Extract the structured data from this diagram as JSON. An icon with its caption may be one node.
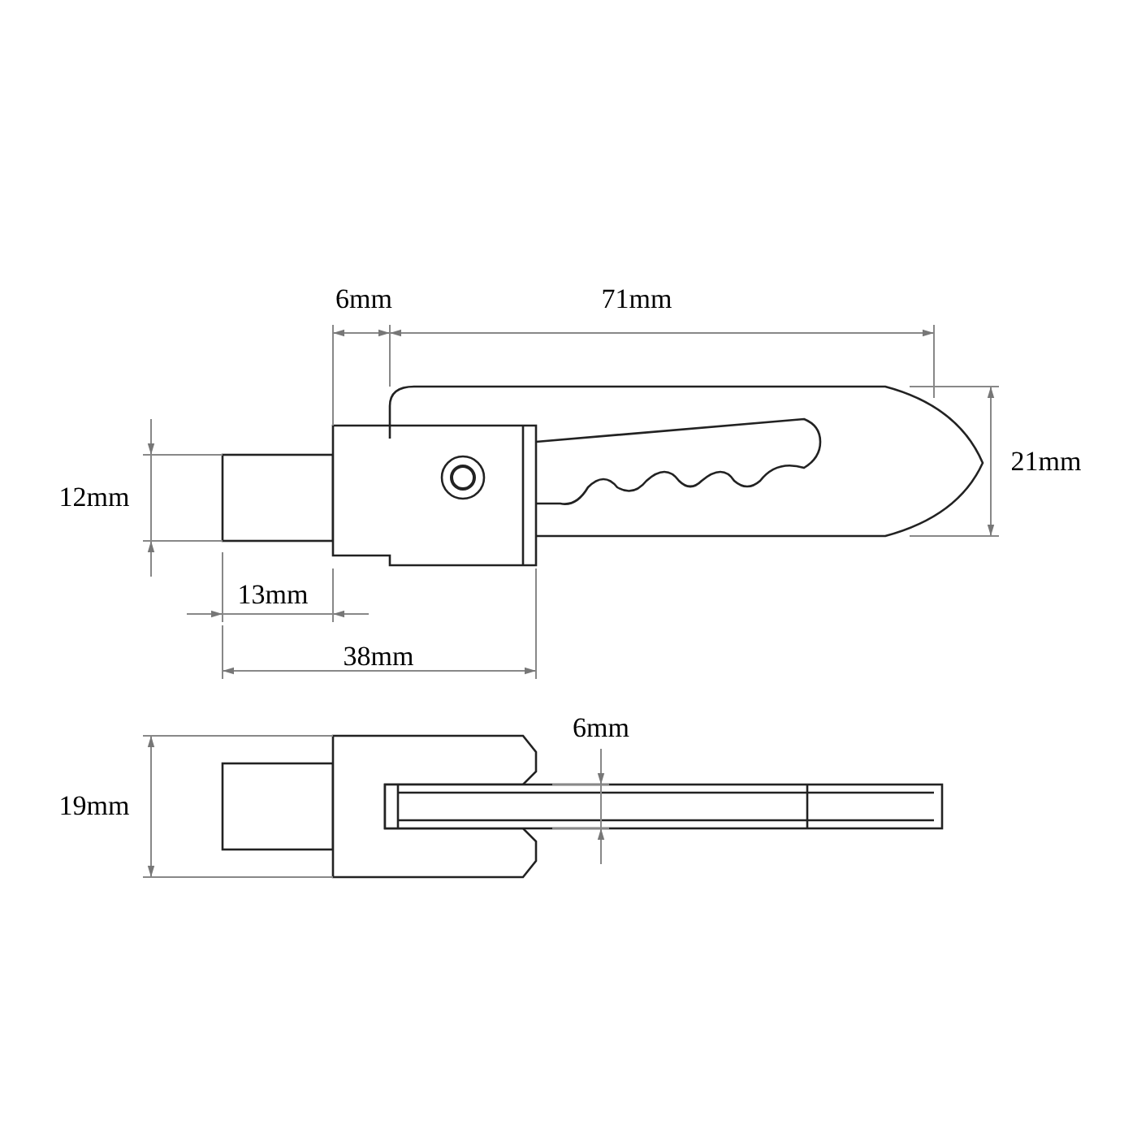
{
  "diagram": {
    "labels": [
      "6mm",
      "71mm",
      "12mm",
      "21mm",
      "13mm",
      "38mm",
      "6mm",
      "19mm"
    ]
  }
}
